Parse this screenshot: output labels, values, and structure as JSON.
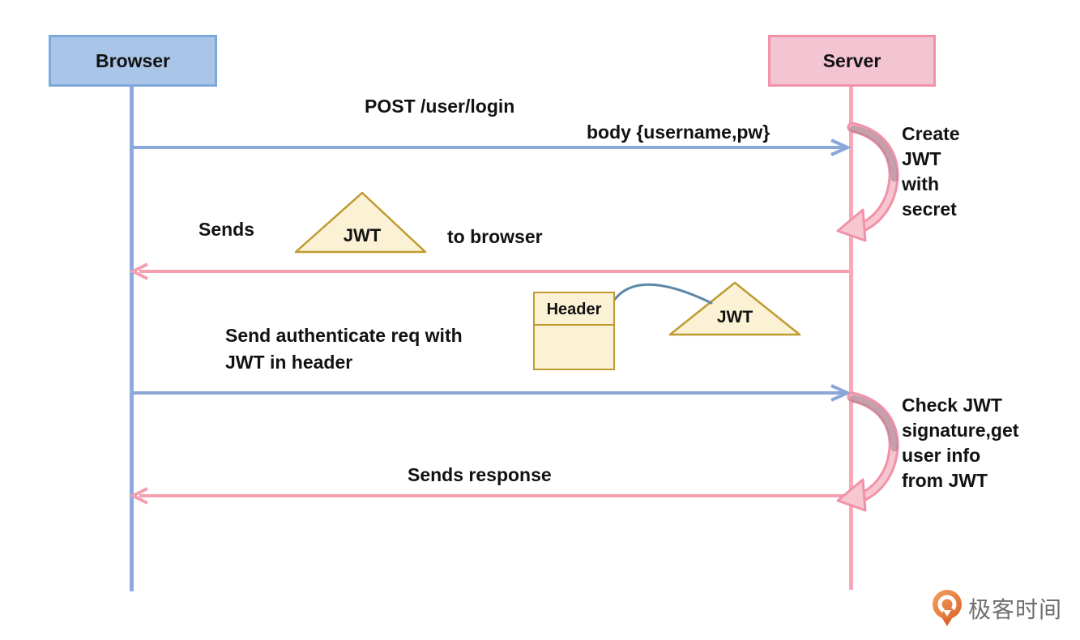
{
  "actors": {
    "browser": "Browser",
    "server": "Server"
  },
  "messages": {
    "post_login": "POST /user/login",
    "post_body": "body {username,pw}",
    "create_jwt": "Create\nJWT\nwith\nsecret",
    "sends_prefix": "Sends",
    "sends_suffix": "to browser",
    "auth_request": "Send authenticate req with\nJWT in header",
    "check_jwt": "Check JWT\nsignature,get\nuser info\nfrom JWT",
    "sends_response": "Sends response"
  },
  "shapes": {
    "jwt_token_label": "JWT",
    "header_box_label": "Header"
  },
  "branding": {
    "logo_text": "极客时间",
    "logo_icon": "geektime-q-pin-icon"
  },
  "colors": {
    "browser_fill": "#a9c6e8",
    "browser_border": "#7fa8da",
    "browser_lifeline": "#8ea9dd",
    "server_fill": "#f3c4d2",
    "server_border": "#f192a9",
    "server_lifeline": "#f8a8b9",
    "arrow_blue": "#8aa7d8",
    "arrow_pink": "#f59fb1",
    "jwt_triangle_fill": "#fbf2d5",
    "jwt_triangle_border": "#bf9b30",
    "connector_curve": "#5b87a8",
    "loop_fill": "#f8c6d1",
    "loop_outline": "#f192a8",
    "loop_shadow": "#9c7f90",
    "logo_orange": "#e2702f",
    "text": "#121212"
  }
}
